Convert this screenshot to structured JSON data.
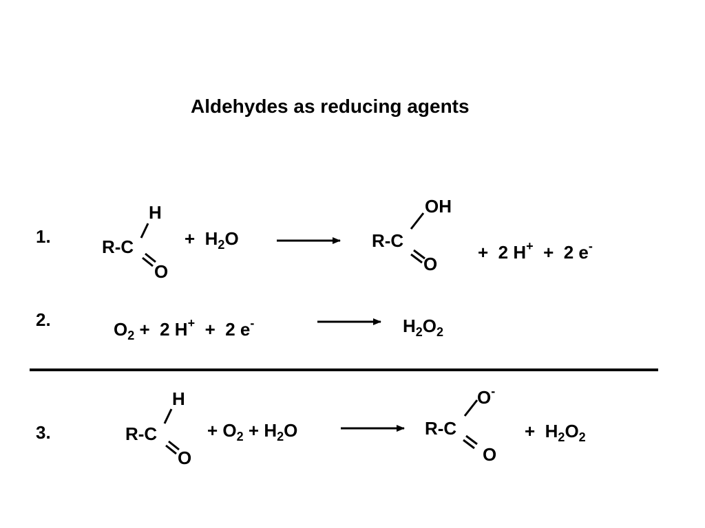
{
  "title": "Aldehydes as reducing agents",
  "colors": {
    "text": "#000000",
    "background": "#ffffff"
  },
  "reaction1": {
    "number": "1.",
    "aldehyde": {
      "h": "H",
      "rc": "R-C",
      "o": "O"
    },
    "plus_water": {
      "plus": "+",
      "h": "H",
      "h_sub": "2",
      "o": "O"
    },
    "acid": {
      "oh": "OH",
      "rc": "R-C",
      "o": "O"
    },
    "products": {
      "plus1": "+",
      "h_coef": "2 H",
      "h_sup": "+",
      "plus2": "+",
      "e_coef": "2 e",
      "e_sup": "-"
    }
  },
  "reaction2": {
    "number": "2.",
    "o2": "O",
    "o2_sub": "2",
    "plus1": "+",
    "h_coef": "2 H",
    "h_sup": "+",
    "plus2": "+",
    "e_coef": "2 e",
    "e_sup": "-",
    "product": {
      "h": "H",
      "h_sub": "2",
      "o": "O",
      "o_sub": "2"
    }
  },
  "reaction3": {
    "number": "3.",
    "aldehyde": {
      "h": "H",
      "rc": "R-C",
      "o": "O"
    },
    "reactants": {
      "plus1": "+",
      "o2": "O",
      "o2_sub": "2",
      "plus2": "+",
      "h": "H",
      "h_sub": "2",
      "o": "O"
    },
    "carboxylate": {
      "o_top": "O",
      "o_top_sup": "-",
      "rc": "R-C",
      "o": "O"
    },
    "product": {
      "plus": "+",
      "h": "H",
      "h_sub": "2",
      "o": "O",
      "o_sub": "2"
    }
  }
}
